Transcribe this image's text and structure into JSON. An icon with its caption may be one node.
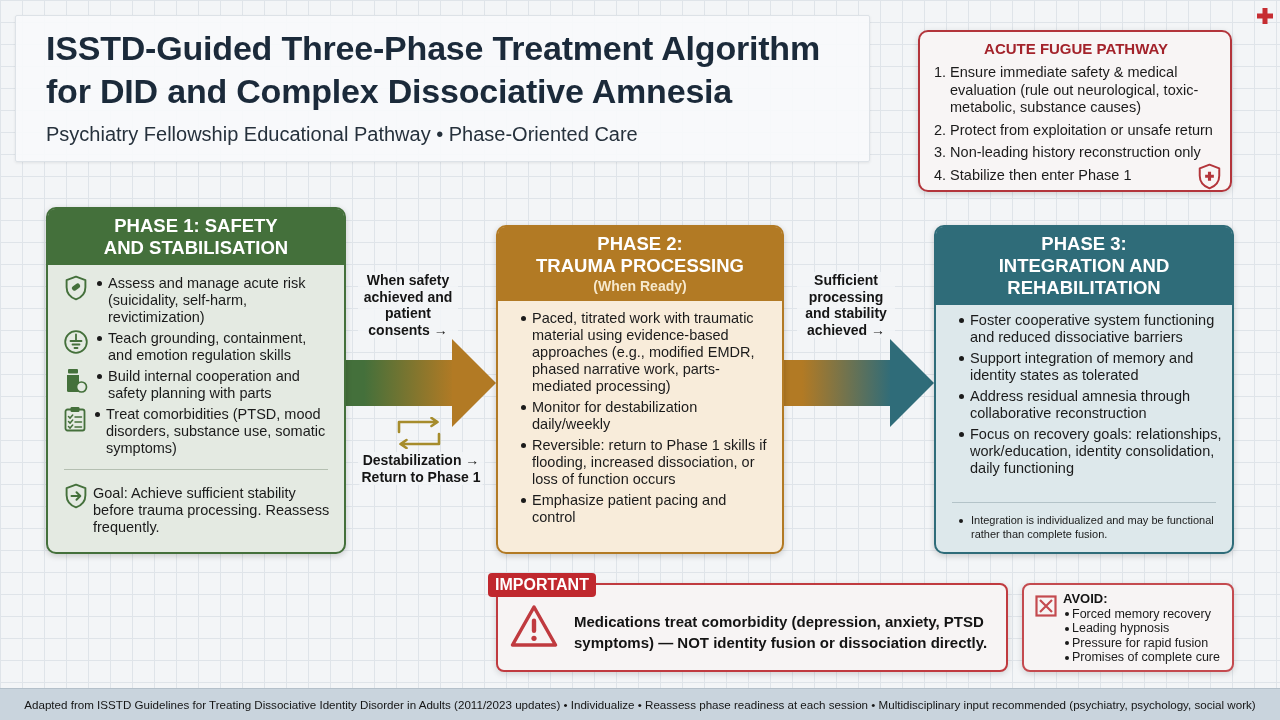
{
  "diagram": {
    "title": "ISSTD-Guided Three-Phase Treatment Algorithm for DID and Complex Dissociative Amnesia",
    "caption": "Adapted from ISSTD Guidelines for Treating Dissociative Identity Disorder in Adults (2011/2023 updates) • Individualize • Reassess phase readiness at each session • Multidisciplinary input recommended (psychiatry, psychology, social work)",
    "nodes": [
      {
        "text": [
          "ACUTE FUGUE PATHWAY",
          "1. Ensure immediate safety & medical evaluation (rule out neurological, toxic-metabolic, substance causes)",
          "2. Protect from exploitation or unsafe return",
          "3. Non-leading history reconstruction only",
          "4. Stabilize then enter Phase 1"
        ]
      },
      {
        "text": [
          "PHASE 1: SAFETY AND STABILISATION",
          "Assess and manage acute risk (suicidality, self-harm, revictimization)",
          "Teach grounding, containment, and emotion regulation skills",
          "Build internal cooperation and safety planning with parts",
          "Treat comorbidities (PTSD, mood disorders, substance use, somatic symptoms)",
          "Goal: Achieve sufficient stability before trauma processing. Reassess frequently."
        ]
      },
      {
        "text": [
          "PHASE 2: TRAUMA PROCESSING",
          "(When Ready)",
          "Paced, titrated work with traumatic material using evidence-based approaches (e.g., modified EMDR, phased narrative work, parts-mediated processing)",
          "Monitor for destabilization daily/weekly",
          "Reversible: return to Phase 1 skills if flooding, increased dissociation, or loss of function occurs",
          "Emphasize patient pacing and control"
        ]
      },
      {
        "text": [
          "PHASE 3: INTEGRATION AND REHABILITATION",
          "Foster cooperative system functioning and reduced dissociative barriers",
          "Support integration of memory and identity states as tolerated",
          "Address residual amnesia through collaborative reconstruction",
          "Focus on recovery goals: relationships, work/education, identity consolidation, daily functioning",
          "Integration is individualized and may be functional rather than complete fusion."
        ]
      },
      {
        "text": [
          "IMPORTANT",
          "Medications treat comorbidity (depression, anxiety, PTSD symptoms) — NOT identity fusion or dissociation directly."
        ]
      },
      {
        "text": [
          "AVOID:",
          "Forced memory recovery",
          "Leading hypnosis",
          "Pressure for rapid fusion",
          "Promises of complete cure"
        ]
      }
    ],
    "edges": [
      {
        "from": 1,
        "to": 2,
        "arrow": "to",
        "label": "When safety achieved and patient consents →"
      },
      {
        "from": 2,
        "to": 3,
        "arrow": "to",
        "label": "Sufficient processing and stability achieved →"
      }
    ],
    "labels": [
      "Psychiatry Fellowship Educational Pathway • Phase-Oriented Care",
      "Destabilization → Return to Phase 1"
    ]
  }
}
